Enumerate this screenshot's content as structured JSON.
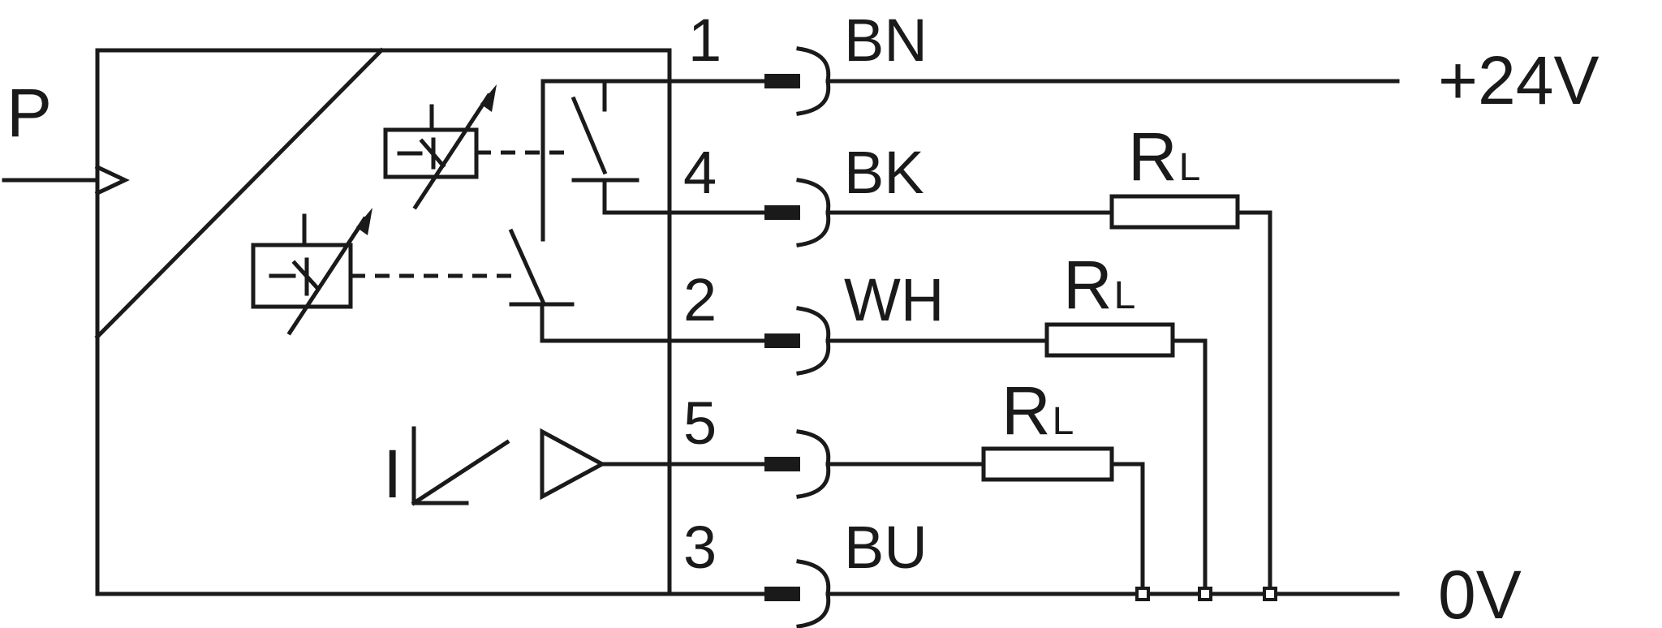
{
  "input_label": "P",
  "pins": [
    {
      "number": "1",
      "color": "BN"
    },
    {
      "number": "4",
      "color": "BK"
    },
    {
      "number": "2",
      "color": "WH"
    },
    {
      "number": "5",
      "color": ""
    },
    {
      "number": "3",
      "color": "BU"
    }
  ],
  "supply": {
    "positive": "+24V",
    "ground": "0V"
  },
  "load": {
    "main": "R",
    "sub": "L"
  },
  "analog_symbol": "I"
}
